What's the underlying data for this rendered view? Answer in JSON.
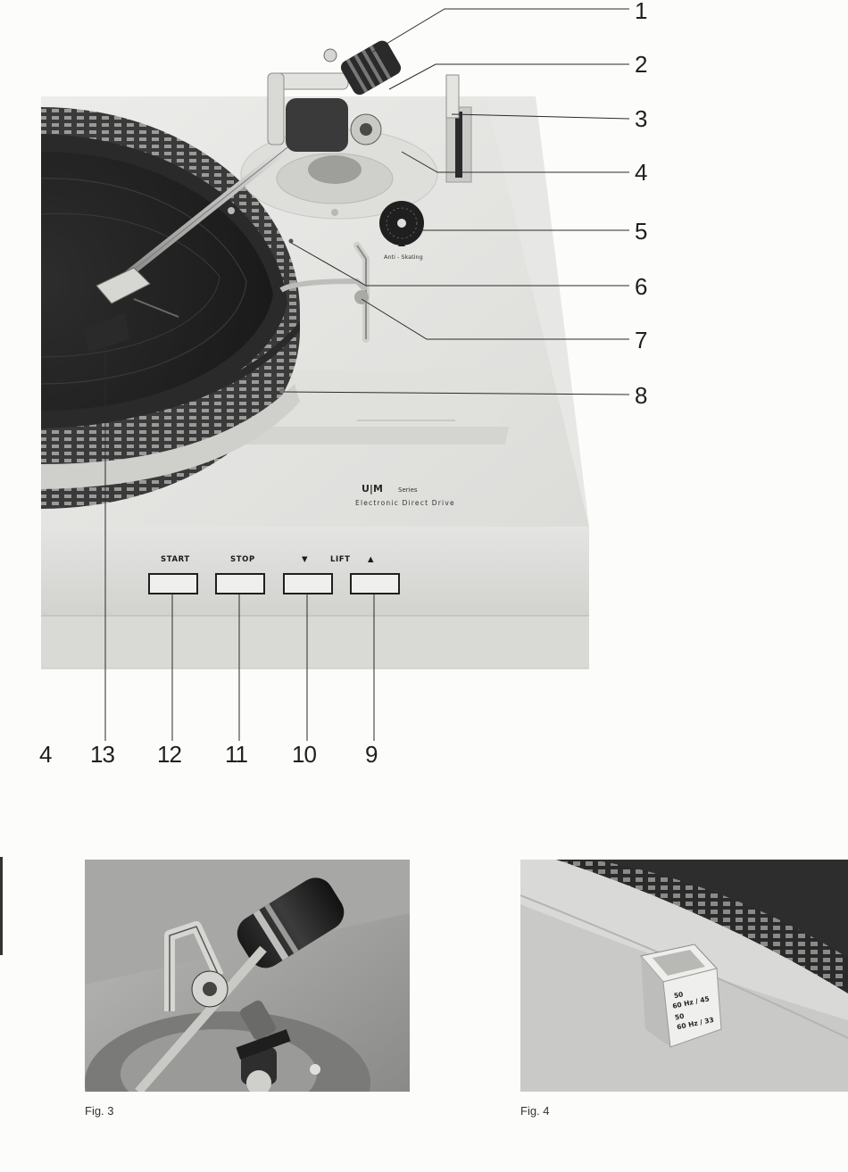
{
  "callouts": [
    {
      "label": "1"
    },
    {
      "label": "2"
    },
    {
      "label": "3"
    },
    {
      "label": "4"
    },
    {
      "label": "5"
    },
    {
      "label": "6"
    },
    {
      "label": "7"
    },
    {
      "label": "8"
    }
  ],
  "bottom_labels": [
    "4",
    "13",
    "12",
    "11",
    "10",
    "9"
  ],
  "turntable": {
    "brand_logo": "U|M",
    "brand_series": "Series",
    "brand_tagline": "Electronic Direct Drive",
    "anti_skating_label": "Anti - Skating",
    "buttons": {
      "start": "START",
      "stop": "STOP",
      "lift": "LIFT",
      "lift_down_symbol": "▼",
      "lift_up_symbol": "▲"
    }
  },
  "fig4_text": {
    "line1": "50",
    "line2": "60 Hz / 45",
    "line3": "50",
    "line4": "60 Hz / 33"
  },
  "captions": {
    "fig3": "Fig. 3",
    "fig4": "Fig. 4"
  }
}
